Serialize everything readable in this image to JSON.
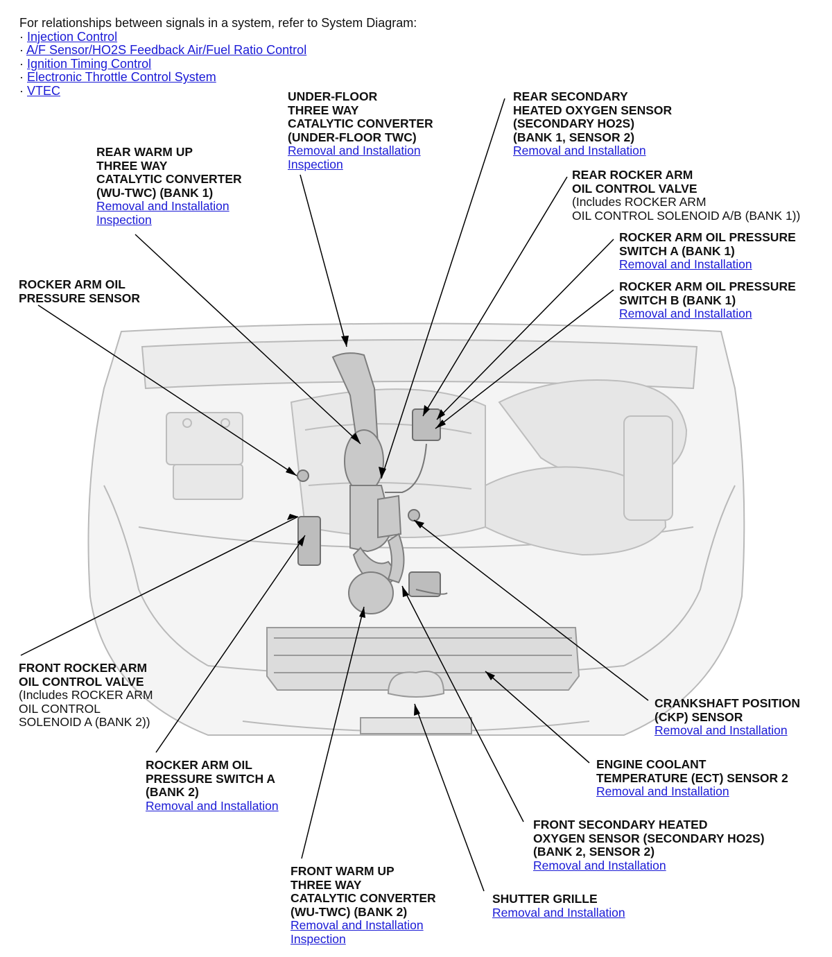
{
  "intro": {
    "heading": "For relationships between signals in a system, refer to System Diagram:",
    "bullet": "· ",
    "links": [
      "Injection Control",
      "A/F Sensor/HO2S Feedback Air/Fuel Ratio Control",
      "Ignition Timing Control",
      "Electronic Throttle Control System",
      "VTEC"
    ]
  },
  "callouts": {
    "underfloor_twc": {
      "title": [
        "UNDER-FLOOR",
        "THREE WAY",
        "CATALYTIC CONVERTER",
        "(UNDER-FLOOR TWC)"
      ],
      "links": [
        "Removal and Installation",
        "Inspection"
      ]
    },
    "rear_secondary_ho2s": {
      "title": [
        "REAR SECONDARY",
        "HEATED OXYGEN SENSOR",
        "(SECONDARY HO2S)",
        "(BANK 1, SENSOR 2)"
      ],
      "links": [
        "Removal and Installation"
      ]
    },
    "rear_wu_twc": {
      "title": [
        "REAR WARM UP",
        "THREE WAY",
        "CATALYTIC CONVERTER",
        "(WU-TWC) (BANK 1)"
      ],
      "links": [
        "Removal and Installation",
        "Inspection"
      ]
    },
    "rear_rocker_valve": {
      "title": [
        "REAR ROCKER ARM",
        "OIL CONTROL VALVE"
      ],
      "note": [
        "(Includes ROCKER ARM",
        "OIL CONTROL SOLENOID A/B (BANK 1))"
      ]
    },
    "rocker_switch_a_b1": {
      "title": [
        "ROCKER ARM OIL PRESSURE",
        "SWITCH A (BANK 1)"
      ],
      "links": [
        "Removal and Installation"
      ]
    },
    "rocker_oil_pressure_sensor": {
      "title": [
        "ROCKER ARM OIL",
        "PRESSURE SENSOR"
      ]
    },
    "rocker_switch_b_b1": {
      "title": [
        "ROCKER ARM OIL PRESSURE",
        "SWITCH B (BANK 1)"
      ],
      "links": [
        "Removal and Installation"
      ]
    },
    "front_rocker_valve": {
      "title": [
        "FRONT ROCKER ARM",
        "OIL CONTROL VALVE"
      ],
      "note": [
        "(Includes ROCKER ARM",
        "OIL CONTROL",
        "SOLENOID A (BANK 2))"
      ]
    },
    "ckp_sensor": {
      "title": [
        "CRANKSHAFT POSITION",
        "(CKP) SENSOR"
      ],
      "links": [
        "Removal and Installation"
      ]
    },
    "ect_sensor_2": {
      "title": [
        "ENGINE COOLANT",
        "TEMPERATURE (ECT) SENSOR 2"
      ],
      "links": [
        "Removal and Installation"
      ]
    },
    "rocker_switch_a_b2": {
      "title": [
        "ROCKER ARM OIL",
        "PRESSURE SWITCH A",
        "(BANK 2)"
      ],
      "links": [
        "Removal and Installation"
      ]
    },
    "front_secondary_ho2s": {
      "title": [
        "FRONT SECONDARY HEATED",
        "OXYGEN SENSOR (SECONDARY HO2S)",
        "(BANK 2, SENSOR 2)"
      ],
      "links": [
        "Removal and Installation"
      ]
    },
    "shutter_grille": {
      "title": [
        "SHUTTER GRILLE"
      ],
      "links": [
        "Removal and Installation"
      ]
    },
    "front_wu_twc": {
      "title": [
        "FRONT WARM UP",
        "THREE WAY",
        "CATALYTIC CONVERTER",
        "(WU-TWC) (BANK 2)"
      ],
      "links": [
        "Removal and Installation",
        "Inspection"
      ]
    }
  },
  "colors": {
    "link": "#1a1ad6",
    "text": "#111111",
    "leader": "#000000",
    "car_line": "#b9b9b9",
    "car_fill": "#efefef",
    "part": "#8f8f8f"
  }
}
